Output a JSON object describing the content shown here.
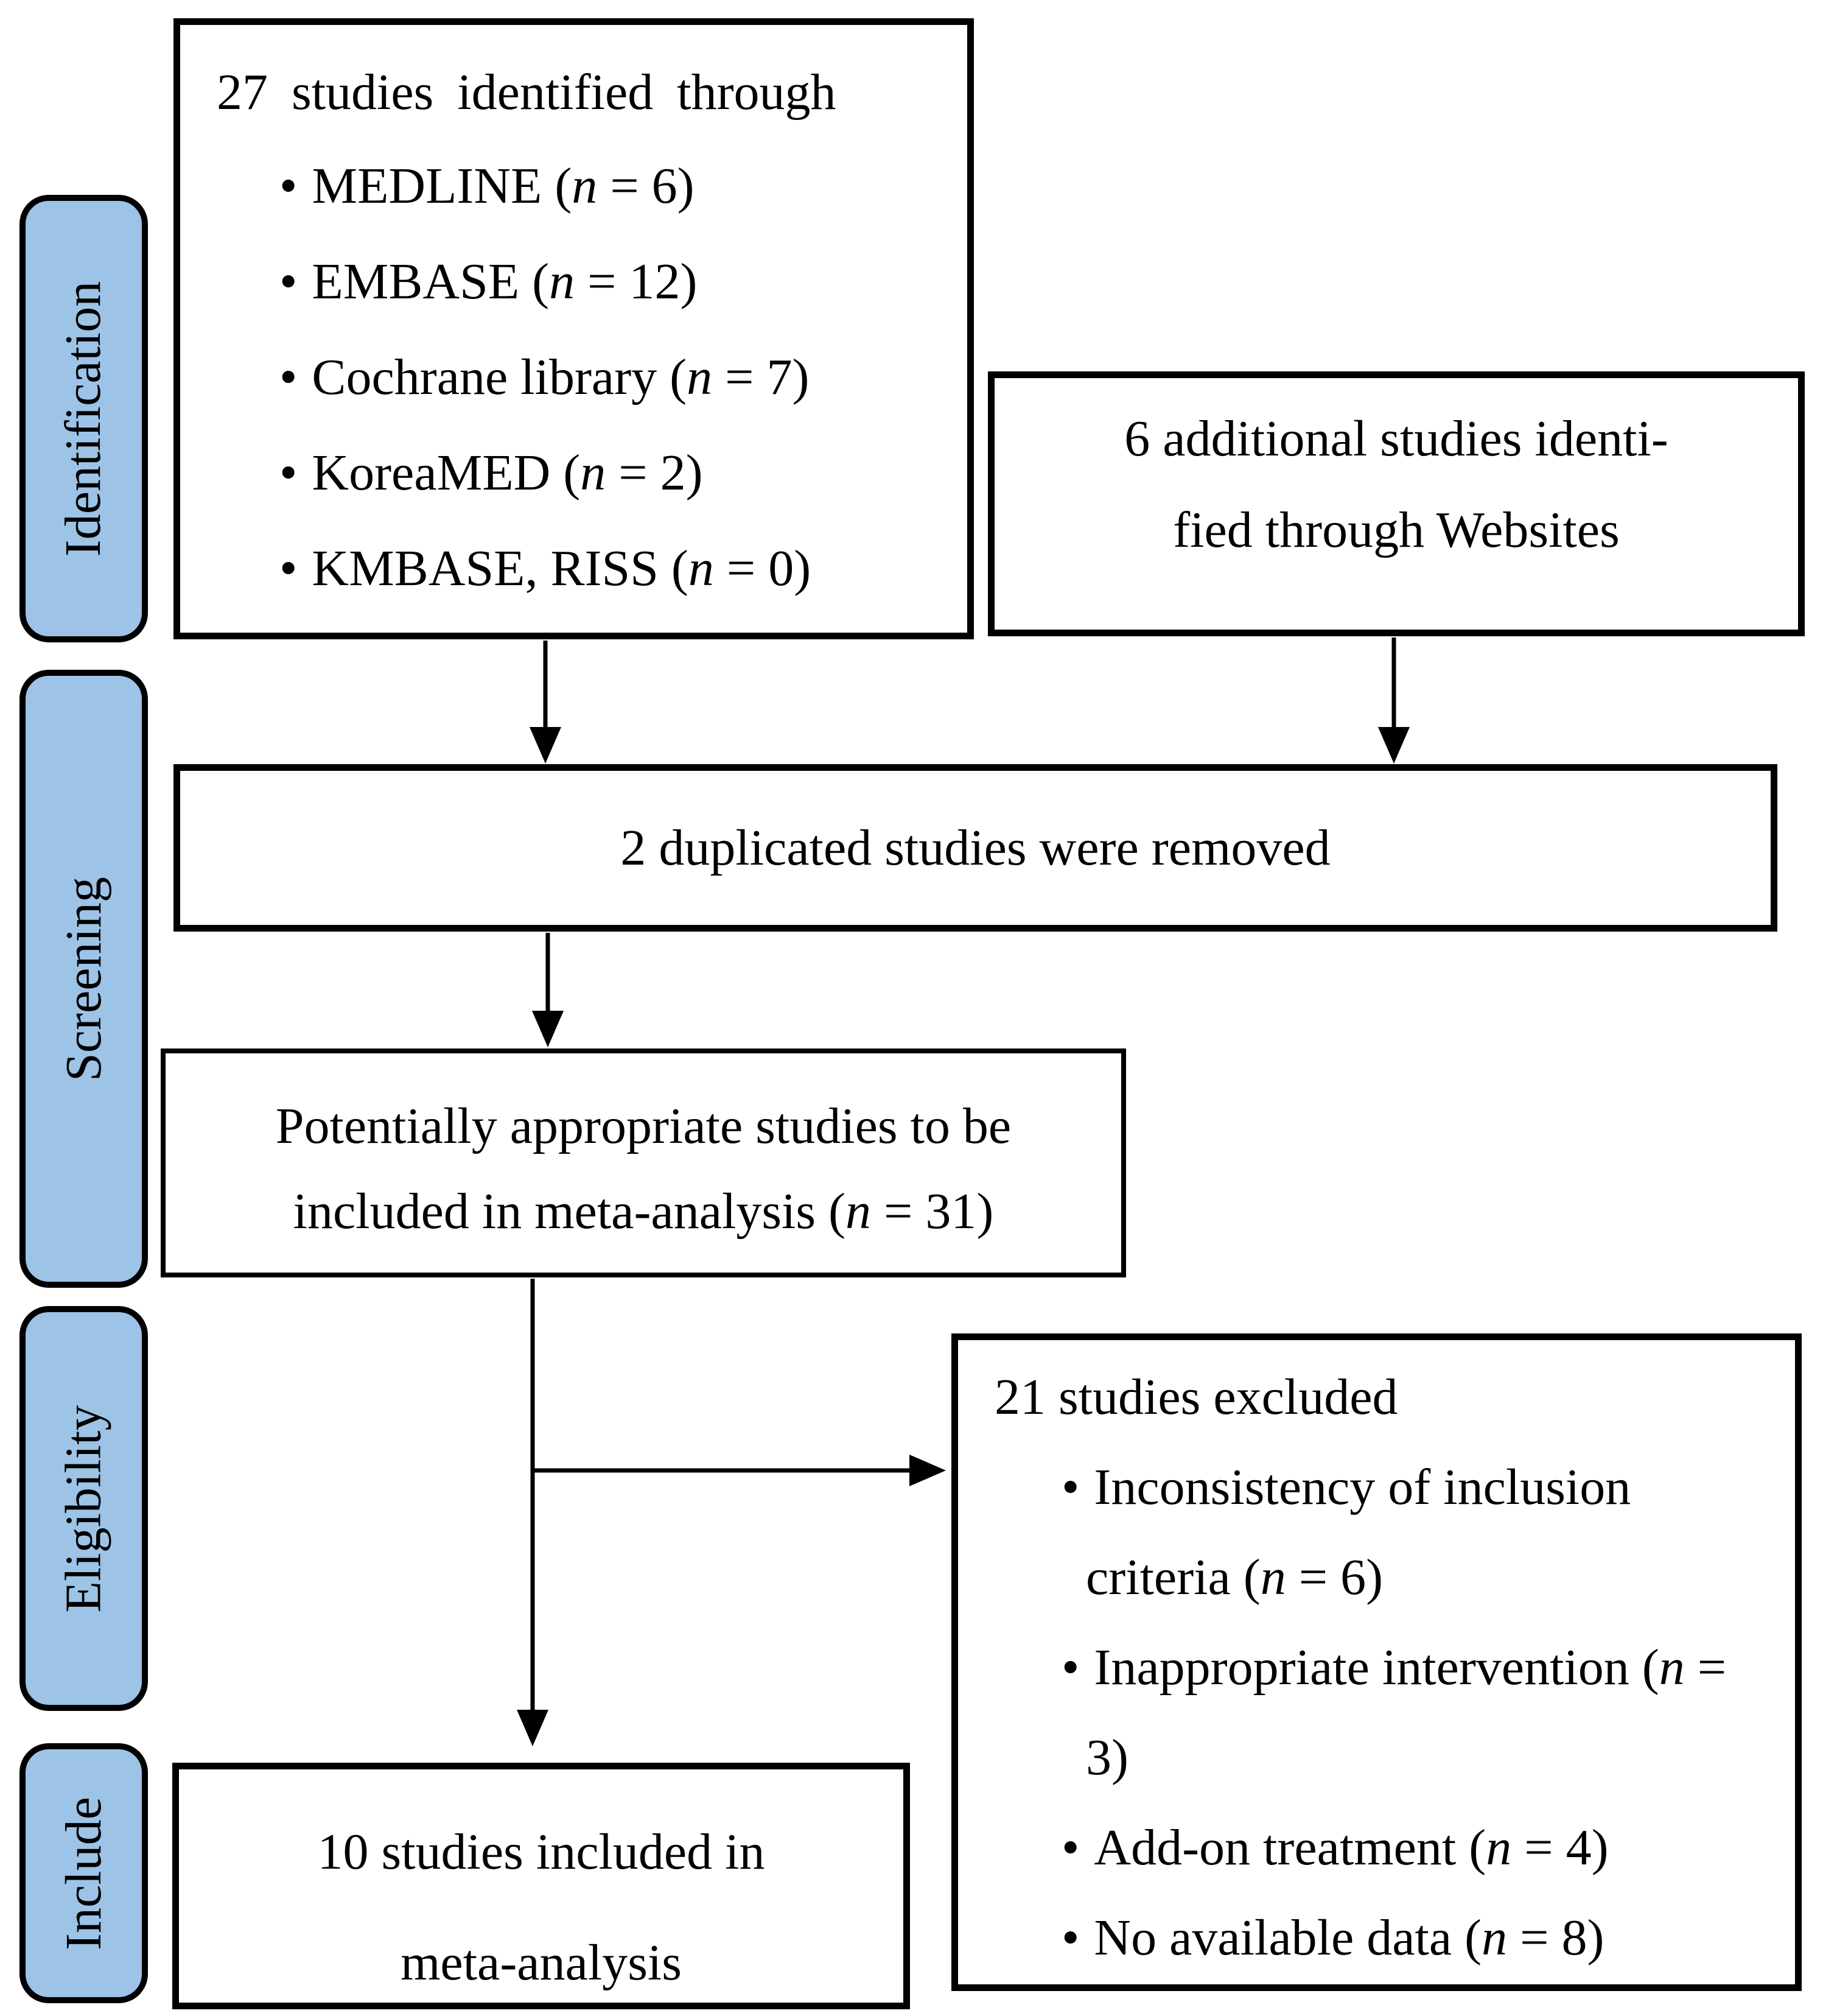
{
  "diagram": {
    "stages": [
      {
        "label": "Identification"
      },
      {
        "label": "Screening"
      },
      {
        "label": "Eligibility"
      },
      {
        "label": "Include"
      }
    ],
    "boxes": {
      "identified": {
        "title": "27 studies identified through",
        "items": [
          "MEDLINE (n = 6)",
          "EMBASE (n = 12)",
          "Cochrane library (n = 7)",
          "KoreaMED (n = 2)",
          "KMBASE, RISS (n = 0)"
        ]
      },
      "websites": {
        "line1": "6 additional studies identi-",
        "line2": "fied through Websites"
      },
      "duplicates": {
        "text": "2 duplicated studies were removed"
      },
      "potential": {
        "line1": "Potentially appropriate studies to be",
        "line2": "included in meta-analysis (n = 31)"
      },
      "excluded": {
        "title": "21 studies excluded",
        "items": [
          "Inconsistency of inclusion criteria (n = 6)",
          "Inappropriate intervention (n = 3)",
          "Add-on treatment (n = 4)",
          "No available data (n = 8)"
        ]
      },
      "included": {
        "line1": "10 studies included in",
        "line2": "meta-analysis"
      }
    },
    "colors": {
      "stage_fill": "#9DC3E6",
      "ink": "#000000",
      "background": "#FFFFFF"
    }
  }
}
